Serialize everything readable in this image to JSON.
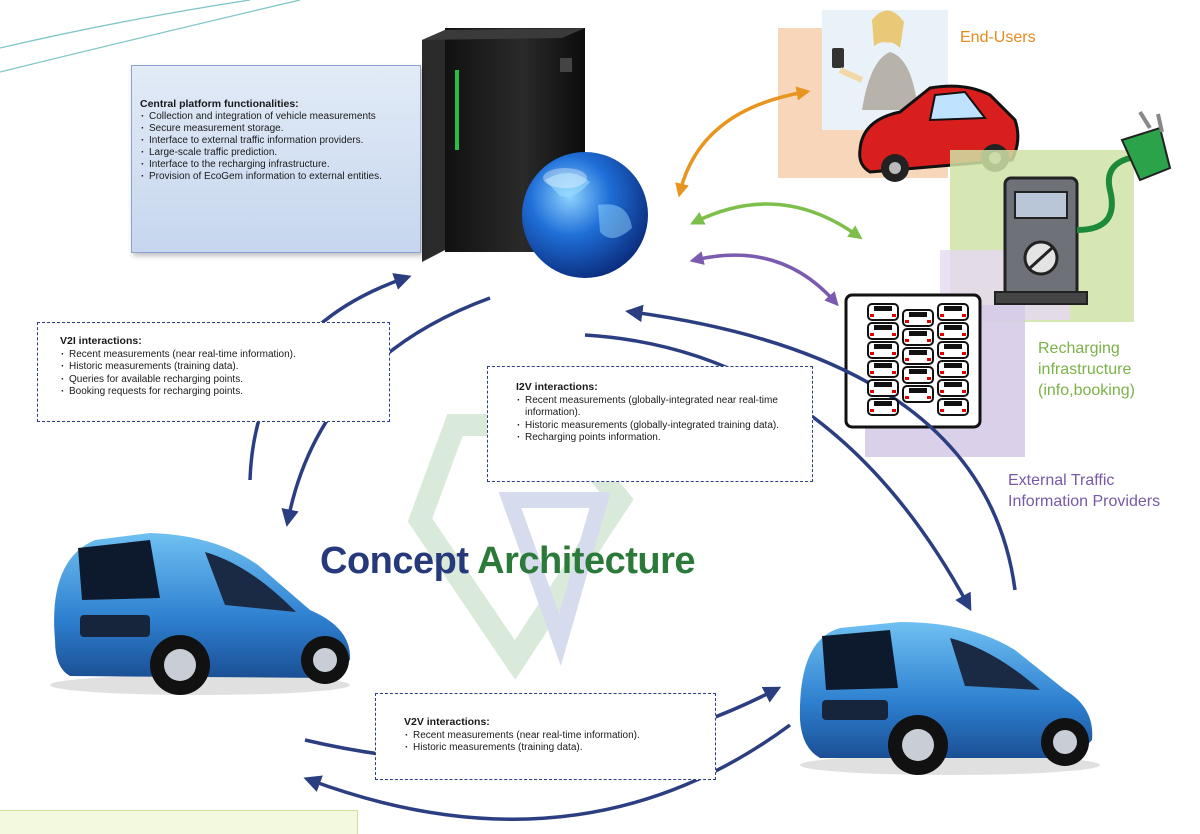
{
  "central_platform": {
    "title": "Central platform functionalities:",
    "items": [
      "Collection and integration of vehicle measurements",
      "Secure measurement storage.",
      "Interface to external traffic information providers.",
      "Large-scale traffic prediction.",
      "Interface to the recharging infrastructure.",
      "Provision of EcoGem information to external entities."
    ]
  },
  "v2i": {
    "title": "V2I interactions:",
    "items": [
      "Recent measurements (near real-time information).",
      "Historic measurements (training data).",
      "Queries for available recharging points.",
      "Booking requests for recharging points."
    ]
  },
  "i2v": {
    "title": "I2V interactions:",
    "items": [
      "Recent measurements (globally-integrated near real-time information).",
      "Historic measurements (globally-integrated training data).",
      "Recharging points information."
    ]
  },
  "v2v": {
    "title": "V2V interactions:",
    "items": [
      "Recent measurements (near real-time information).",
      "Historic measurements (training data)."
    ]
  },
  "main_title": {
    "part1": "Concept",
    "part2": "Architecture"
  },
  "labels": {
    "end_users": "End-Users",
    "recharging_line1": "Recharging",
    "recharging_line2": "infrastructure",
    "recharging_line3": "(info,booking)",
    "external_line1": "External Traffic",
    "external_line2": "Information Providers"
  },
  "icons": {
    "server": "server-icon",
    "globe": "globe-icon",
    "end_user": "end-user-icon",
    "red_car": "red-car-icon",
    "charging_station": "charging-station-icon",
    "traffic_jam": "traffic-jam-icon",
    "electric_car": "electric-car-icon",
    "watermark": "ecogem-logo-icon"
  },
  "colors": {
    "arrow_navy": "#2c3e82",
    "arrow_orange": "#e8951f",
    "arrow_green": "#7cbf4a",
    "arrow_purple": "#7a5bb0",
    "title_blue": "#26397a",
    "title_green": "#2b7a3a",
    "end_users_panel": "#f6c8a3",
    "recharge_panel": "#cfe3a6",
    "external_panel": "#d6cbe8"
  }
}
